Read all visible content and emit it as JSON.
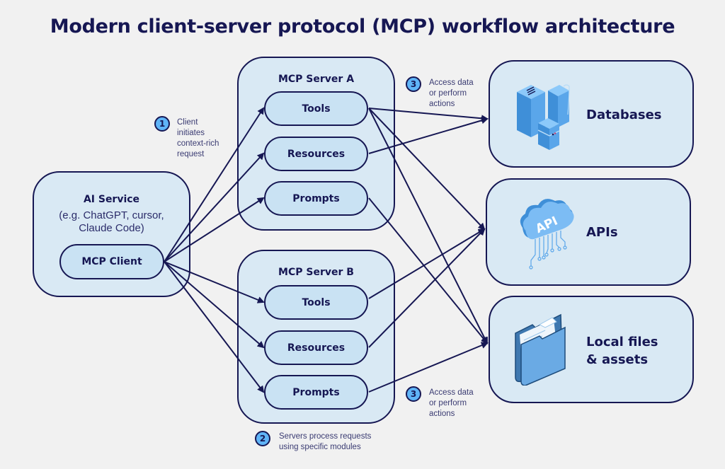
{
  "title": "Modern client-server protocol (MCP) workflow architecture",
  "colors": {
    "background": "#f1f1f1",
    "navy": "#161753",
    "box_fill": "#d9e9f4",
    "pill_fill": "#c9e2f3",
    "badge_fill": "#5fb4f7",
    "icon_blue": "#5aa6ea"
  },
  "ai_service": {
    "title": "AI Service",
    "subtitle_line1": "(e.g. ChatGPT, cursor,",
    "subtitle_line2": "Claude Code)",
    "client_label": "MCP Client"
  },
  "servers": [
    {
      "title": "MCP Server A",
      "modules": [
        "Tools",
        "Resources",
        "Prompts"
      ]
    },
    {
      "title": "MCP Server B",
      "modules": [
        "Tools",
        "Resources",
        "Prompts"
      ]
    }
  ],
  "targets": [
    {
      "label": "Databases",
      "icon": "database-servers-icon"
    },
    {
      "label": "APIs",
      "icon": "api-cloud-icon",
      "icon_text": "API"
    },
    {
      "label_line1": "Local files",
      "label_line2": "& assets",
      "icon": "folder-icon"
    }
  ],
  "steps": [
    {
      "number": "1",
      "lines": [
        "Client",
        "initiates",
        "context-rich",
        "request"
      ]
    },
    {
      "number": "2",
      "lines": [
        "Servers process requests",
        "using specific modules"
      ]
    },
    {
      "number": "3",
      "lines": [
        "Access data",
        "or perform",
        "actions"
      ]
    },
    {
      "number": "3",
      "lines": [
        "Access data",
        "or perform",
        "actions"
      ]
    }
  ],
  "connections": {
    "client_to_modules": [
      "A.Tools",
      "A.Resources",
      "A.Prompts",
      "B.Tools",
      "B.Resources",
      "B.Prompts"
    ],
    "module_to_target": [
      [
        "A.Tools",
        "Databases"
      ],
      [
        "A.Tools",
        "APIs"
      ],
      [
        "A.Tools",
        "Local files & assets"
      ],
      [
        "A.Resources",
        "Databases"
      ],
      [
        "A.Prompts",
        "Local files & assets"
      ],
      [
        "B.Tools",
        "APIs"
      ],
      [
        "B.Resources",
        "APIs"
      ],
      [
        "B.Prompts",
        "Local files & assets"
      ]
    ]
  }
}
